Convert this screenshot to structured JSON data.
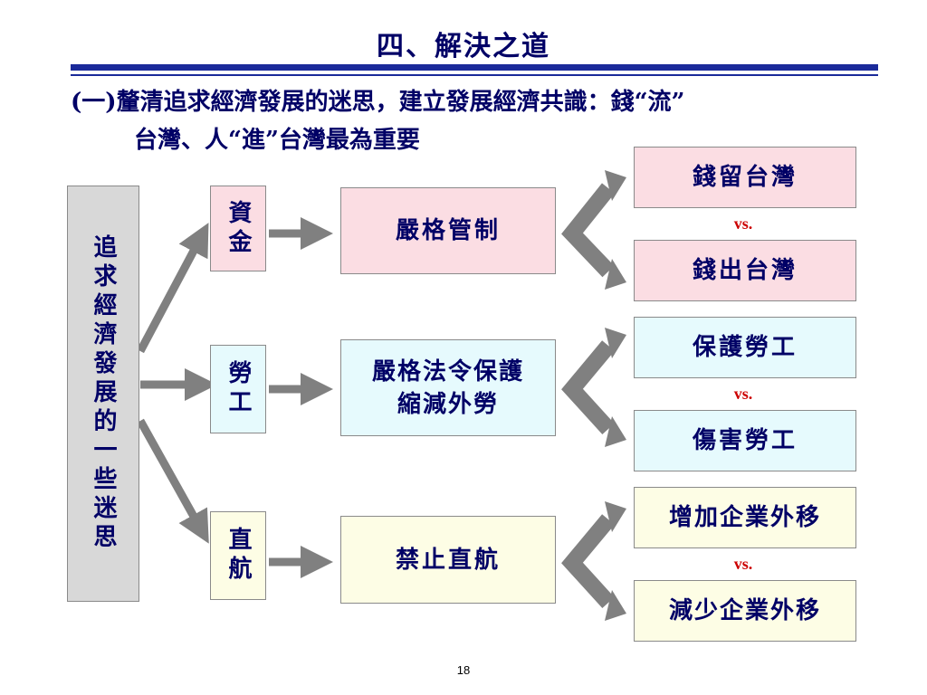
{
  "title": "四、解決之道",
  "subtitle": {
    "line1": "(一)釐清追求經濟發展的迷思，建立發展經濟共識：錢“流”",
    "line2": "台灣、人“進”台灣最為重要"
  },
  "myth_label": "追求經濟發展的一些迷思",
  "rows": [
    {
      "category": "資金",
      "policy": "嚴格管制",
      "outcome_top": "錢留台灣",
      "vs": "vs.",
      "outcome_bottom": "錢出台灣"
    },
    {
      "category": "勞工",
      "policy_line1": "嚴格法令保護",
      "policy_line2": "縮減外勞",
      "outcome_top": "保護勞工",
      "vs": "vs.",
      "outcome_bottom": "傷害勞工"
    },
    {
      "category": "直航",
      "policy": "禁止直航",
      "outcome_top": "增加企業外移",
      "vs": "vs.",
      "outcome_bottom": "減少企業外移"
    }
  ],
  "page_number": "18",
  "colors": {
    "text": "#000066",
    "rule": "#1a2a9a",
    "vs": "#cc0000",
    "pink": "#fbdde3",
    "cyan": "#e6fafd",
    "yellow": "#fdfde5",
    "grey_box": "#d8d8d8",
    "arrow": "#808080"
  }
}
